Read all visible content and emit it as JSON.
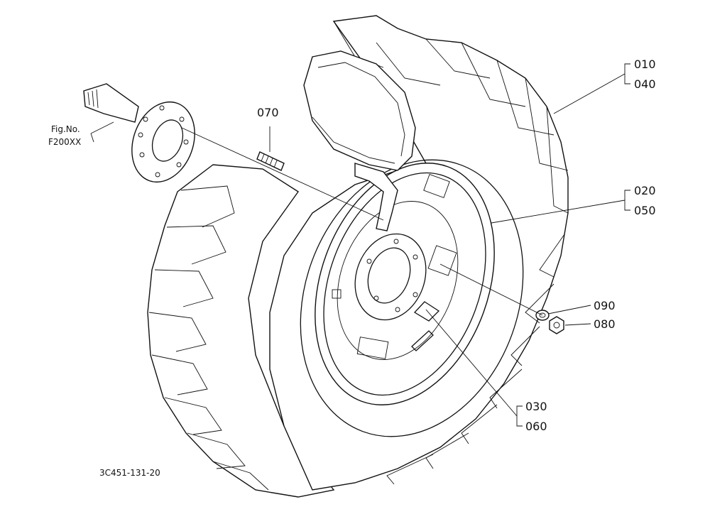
{
  "figure_ref": {
    "line1": "Fig.No.",
    "line2": "F200XX"
  },
  "drawing_id": "3C451-131-20",
  "callouts": {
    "c010": "010",
    "c040": "040",
    "c020": "020",
    "c050": "050",
    "c030": "030",
    "c060": "060",
    "c070": "070",
    "c090": "090",
    "c080": "080"
  }
}
